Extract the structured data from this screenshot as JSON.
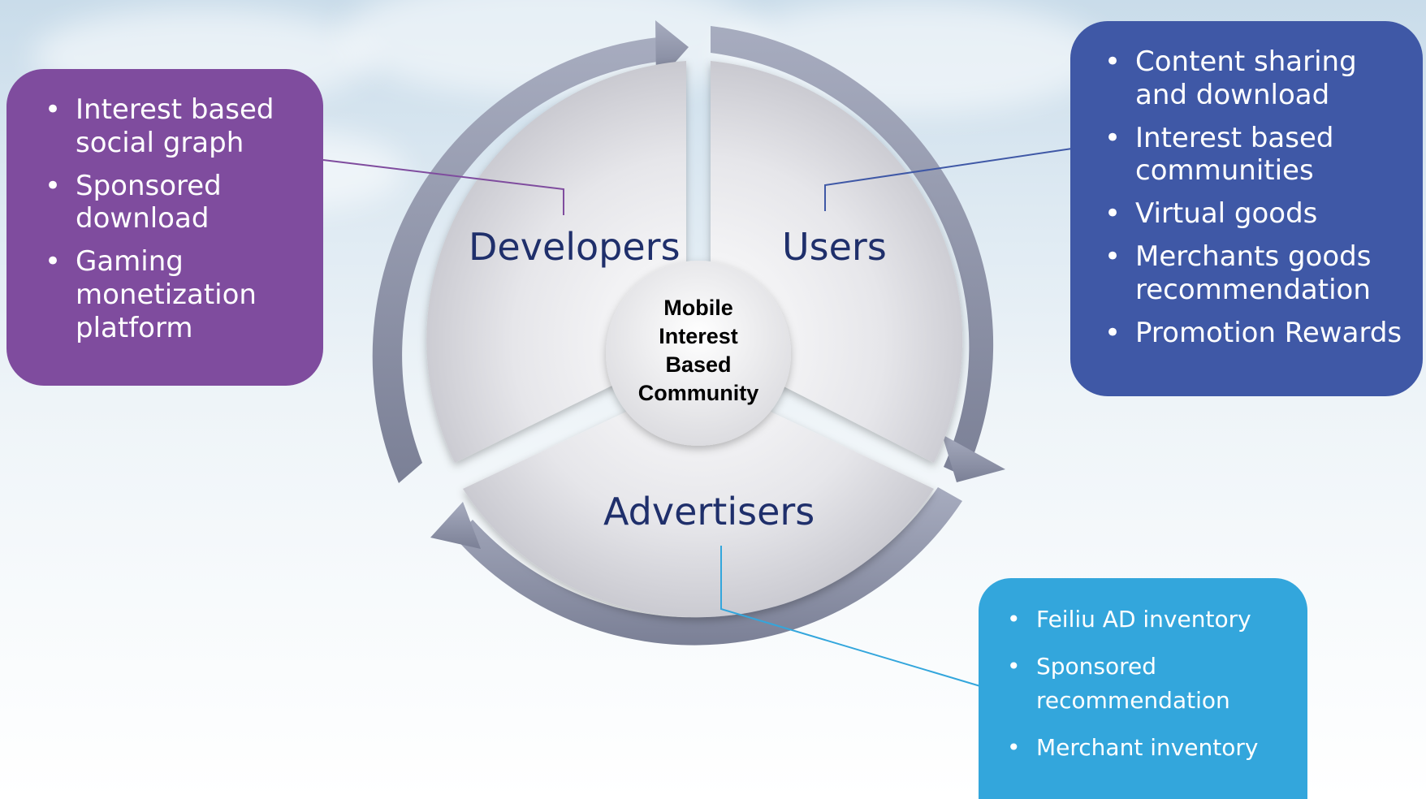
{
  "diagram": {
    "center_label": [
      "Mobile",
      "Interest",
      "Based",
      "Community"
    ],
    "segments": {
      "developers": "Developers",
      "users": "Users",
      "advertisers": "Advertisers"
    },
    "boxes": {
      "developers": {
        "color": "#7f4c9e",
        "items": [
          "Interest based social graph",
          "Sponsored download",
          "Gaming monetization platform"
        ]
      },
      "users": {
        "color": "#3f58a6",
        "items": [
          "Content sharing and download",
          "Interest based communities",
          "Virtual goods",
          "Merchants goods recommendation",
          "Promotion Rewards"
        ]
      },
      "advertisers": {
        "color": "#33a6dc",
        "items": [
          "Feiliu AD inventory",
          "Sponsored recommendation",
          "Merchant inventory"
        ]
      }
    },
    "arrow_color": "#8f94a8"
  }
}
